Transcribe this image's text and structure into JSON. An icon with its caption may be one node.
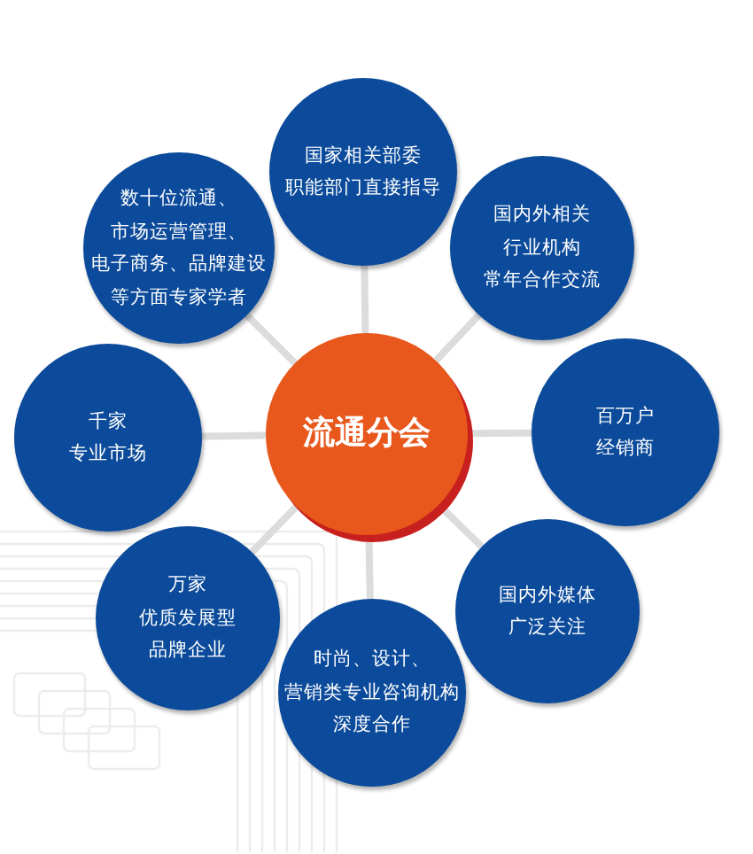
{
  "diagram": {
    "nodes": [
      {
        "text": [
          "流通分会"
        ]
      },
      {
        "text": [
          "国家相关部委职能部门直接指导"
        ]
      },
      {
        "text": [
          "国内外相关行业机构常年合作交流"
        ]
      },
      {
        "text": [
          "百万户经销商"
        ]
      },
      {
        "text": [
          "国内外媒体广泛关注"
        ]
      },
      {
        "text": [
          "时尚、设计、营销类专业咨询机构深度合作"
        ]
      },
      {
        "text": [
          "万家优质发展型品牌企业"
        ]
      },
      {
        "text": [
          "千家专业市场"
        ]
      },
      {
        "text": [
          "数十位流通、市场运营管理、电子商务、品牌建设等方面专家学者"
        ]
      }
    ],
    "edges": [
      {
        "from": 0,
        "to": 1,
        "arrow": "none"
      },
      {
        "from": 0,
        "to": 2,
        "arrow": "none"
      },
      {
        "from": 0,
        "to": 3,
        "arrow": "none"
      },
      {
        "from": 0,
        "to": 4,
        "arrow": "none"
      },
      {
        "from": 0,
        "to": 5,
        "arrow": "none"
      },
      {
        "from": 0,
        "to": 6,
        "arrow": "none"
      },
      {
        "from": 0,
        "to": 7,
        "arrow": "none"
      },
      {
        "from": 0,
        "to": 8,
        "arrow": "none"
      }
    ]
  }
}
